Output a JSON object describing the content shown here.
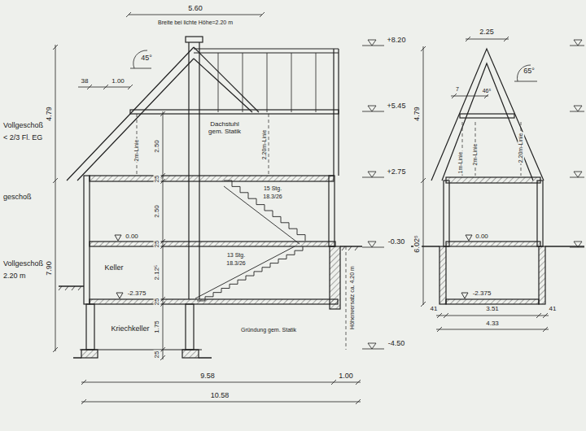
{
  "diagram": {
    "labels": [
      "5.60",
      "Breite bei lichte Höhe=2.20 m",
      "45°",
      "38",
      "1.00",
      "4.79",
      "Vollgeschoß",
      "< 2/3 Fl. EG",
      "Dachstuhl gem. Statik",
      "2m-Linie",
      "2.20m-Linie",
      "2.50",
      "25",
      "2.50",
      "25",
      "geschoß",
      "15 Stg.",
      "18.3/26",
      "0.00",
      "13 Stg.",
      "18.3/26",
      "Vollgeschoß",
      "2.20 m",
      "Keller",
      "2.12⁵",
      "-2.375",
      "25",
      "Kriechkeller",
      "1.75",
      "Gründung gem. Statik",
      "25",
      "7.90",
      "Höhenversatz ca. 4.20 m",
      "+8.20",
      "+5.45",
      "+2.75",
      "-0.30",
      "-4.50",
      "9.58",
      "1.00",
      "10.58",
      "2.25",
      "65°",
      "4.79",
      "7",
      "46⁵",
      "1m-Linie",
      "2m-Linie",
      "2,20m-Linie",
      "0.00",
      "6.02⁵",
      "-2.375",
      "41",
      "3.51",
      "41",
      "4.33"
    ]
  }
}
